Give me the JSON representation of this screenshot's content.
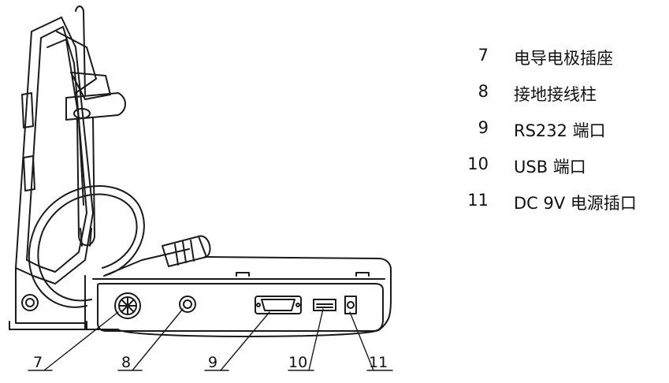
{
  "callouts": [
    {
      "id": "7",
      "label": "电导电极插座"
    },
    {
      "id": "8",
      "label": "接地接线柱"
    },
    {
      "id": "9",
      "label": "RS232 端口"
    },
    {
      "id": "10",
      "label": "USB 端口"
    },
    {
      "id": "11",
      "label": "DC 9V 电源插口"
    }
  ],
  "colors": {
    "line": "#1a1a1a",
    "background": "#ffffff"
  }
}
